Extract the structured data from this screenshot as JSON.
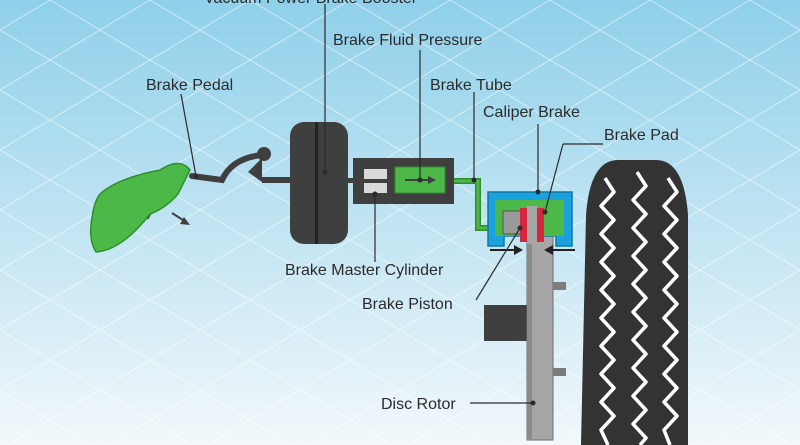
{
  "labels": {
    "vacuum_booster": "Vacuum Power Brake Booster",
    "fluid_pressure": "Brake Fluid Pressure",
    "brake_pedal": "Brake Pedal",
    "brake_tube": "Brake Tube",
    "caliper_brake": "Caliper Brake",
    "brake_pad": "Brake Pad",
    "master_cylinder": "Brake Master Cylinder",
    "brake_piston": "Brake Piston",
    "disc_rotor": "Disc Rotor"
  },
  "colors": {
    "background_top": "#8fd0ea",
    "background_bottom": "#f2f8fb",
    "grid_line": "#ffffff",
    "dark_part": "#3f3f3f",
    "fluid_green": "#4cb848",
    "caliper_blue": "#1ba1dd",
    "pad_red": "#d7263d",
    "rotor_gray": "#a6a6a6",
    "tire": "#333333",
    "label_text": "#2b2b2b"
  },
  "icons": {
    "pedal": "shoe-on-brake-pedal-icon",
    "flow": "fluid-flow-arrow-icon"
  }
}
